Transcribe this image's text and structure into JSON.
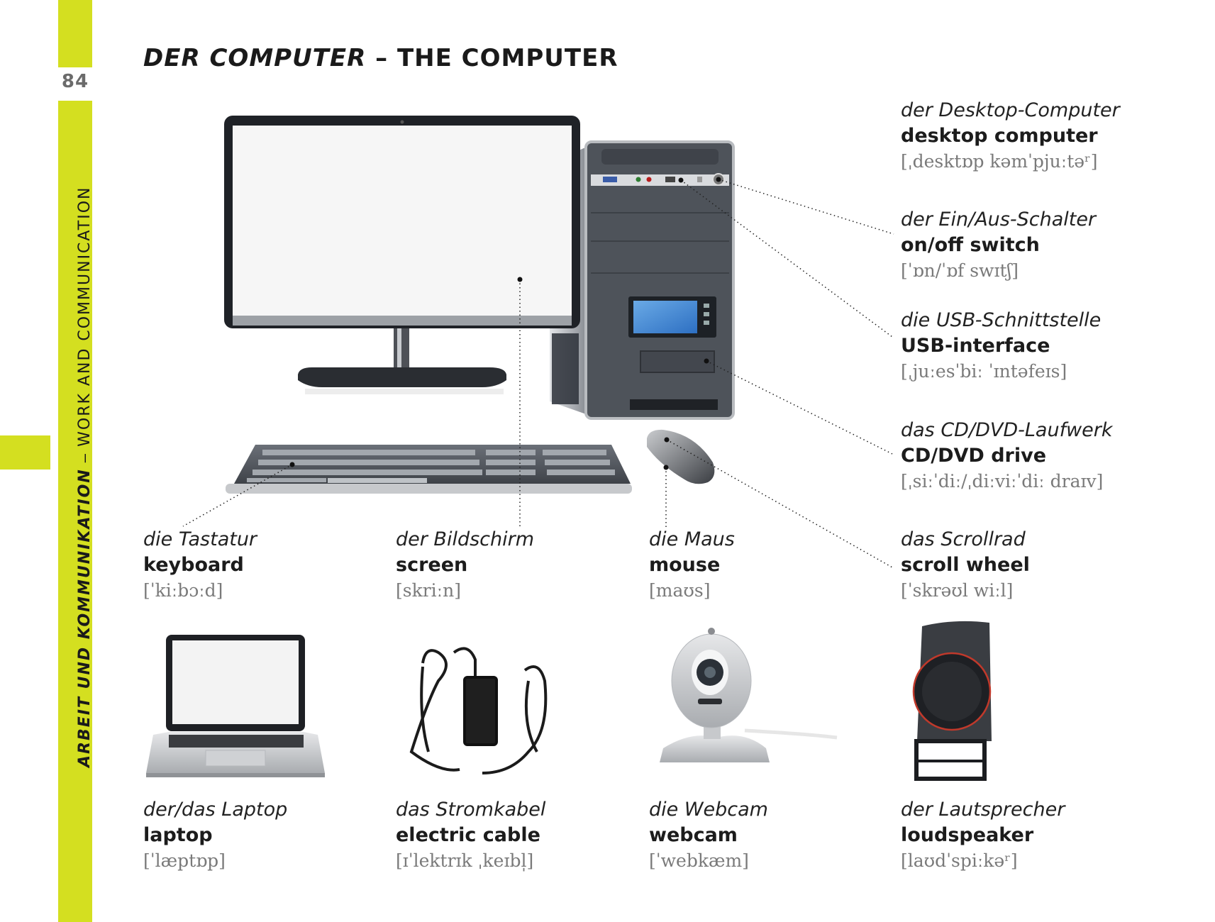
{
  "page": {
    "number": "84",
    "title_de": "DER COMPUTER",
    "title_sep": " – ",
    "title_en": "THE COMPUTER",
    "accent_color": "#d4df20"
  },
  "sidebar": {
    "section_de": "ARBEIT UND KOMMUNIKATION",
    "section_sep": " – ",
    "section_en": "WORK AND COMMUNICATION"
  },
  "entries": {
    "desktop": {
      "de": "der Desktop-Computer",
      "en": "desktop computer",
      "ipa": "[ˌdesktɒp kəmˈpjuːtəʳ]"
    },
    "switch": {
      "de": "der Ein/Aus-Schalter",
      "en": "on/off switch",
      "ipa": "[ˈɒn/ˈɒf swɪtʃ]"
    },
    "usb": {
      "de": "die USB-Schnittstelle",
      "en": "USB-interface",
      "ipa": "[ˌjuːesˈbiː ˈɪntəfeɪs]"
    },
    "drive": {
      "de": "das CD/DVD-Laufwerk",
      "en": "CD/DVD drive",
      "ipa": "[ˌsiːˈdiː/ˌdiːviːˈdiː draɪv]"
    },
    "scroll": {
      "de": "das Scrollrad",
      "en": "scroll wheel",
      "ipa": "[ˈskrəʊl wiːl]"
    },
    "keyboard": {
      "de": "die Tastatur",
      "en": "keyboard",
      "ipa": "[ˈkiːbɔːd]"
    },
    "screen": {
      "de": "der Bildschirm",
      "en": "screen",
      "ipa": "[skriːn]"
    },
    "mouse": {
      "de": "die Maus",
      "en": "mouse",
      "ipa": "[maʊs]"
    },
    "laptop": {
      "de": "der/das Laptop",
      "en": "laptop",
      "ipa": "[ˈlæptɒp]"
    },
    "cable": {
      "de": "das Stromkabel",
      "en": "electric cable",
      "ipa": "[ɪˈlektrɪk ˌkeɪbl̩]"
    },
    "webcam": {
      "de": "die Webcam",
      "en": "webcam",
      "ipa": "[ˈwebkæm]"
    },
    "speaker": {
      "de": "der Lautsprecher",
      "en": "loudspeaker",
      "ipa": "[laʊdˈspiːkəʳ]"
    }
  }
}
